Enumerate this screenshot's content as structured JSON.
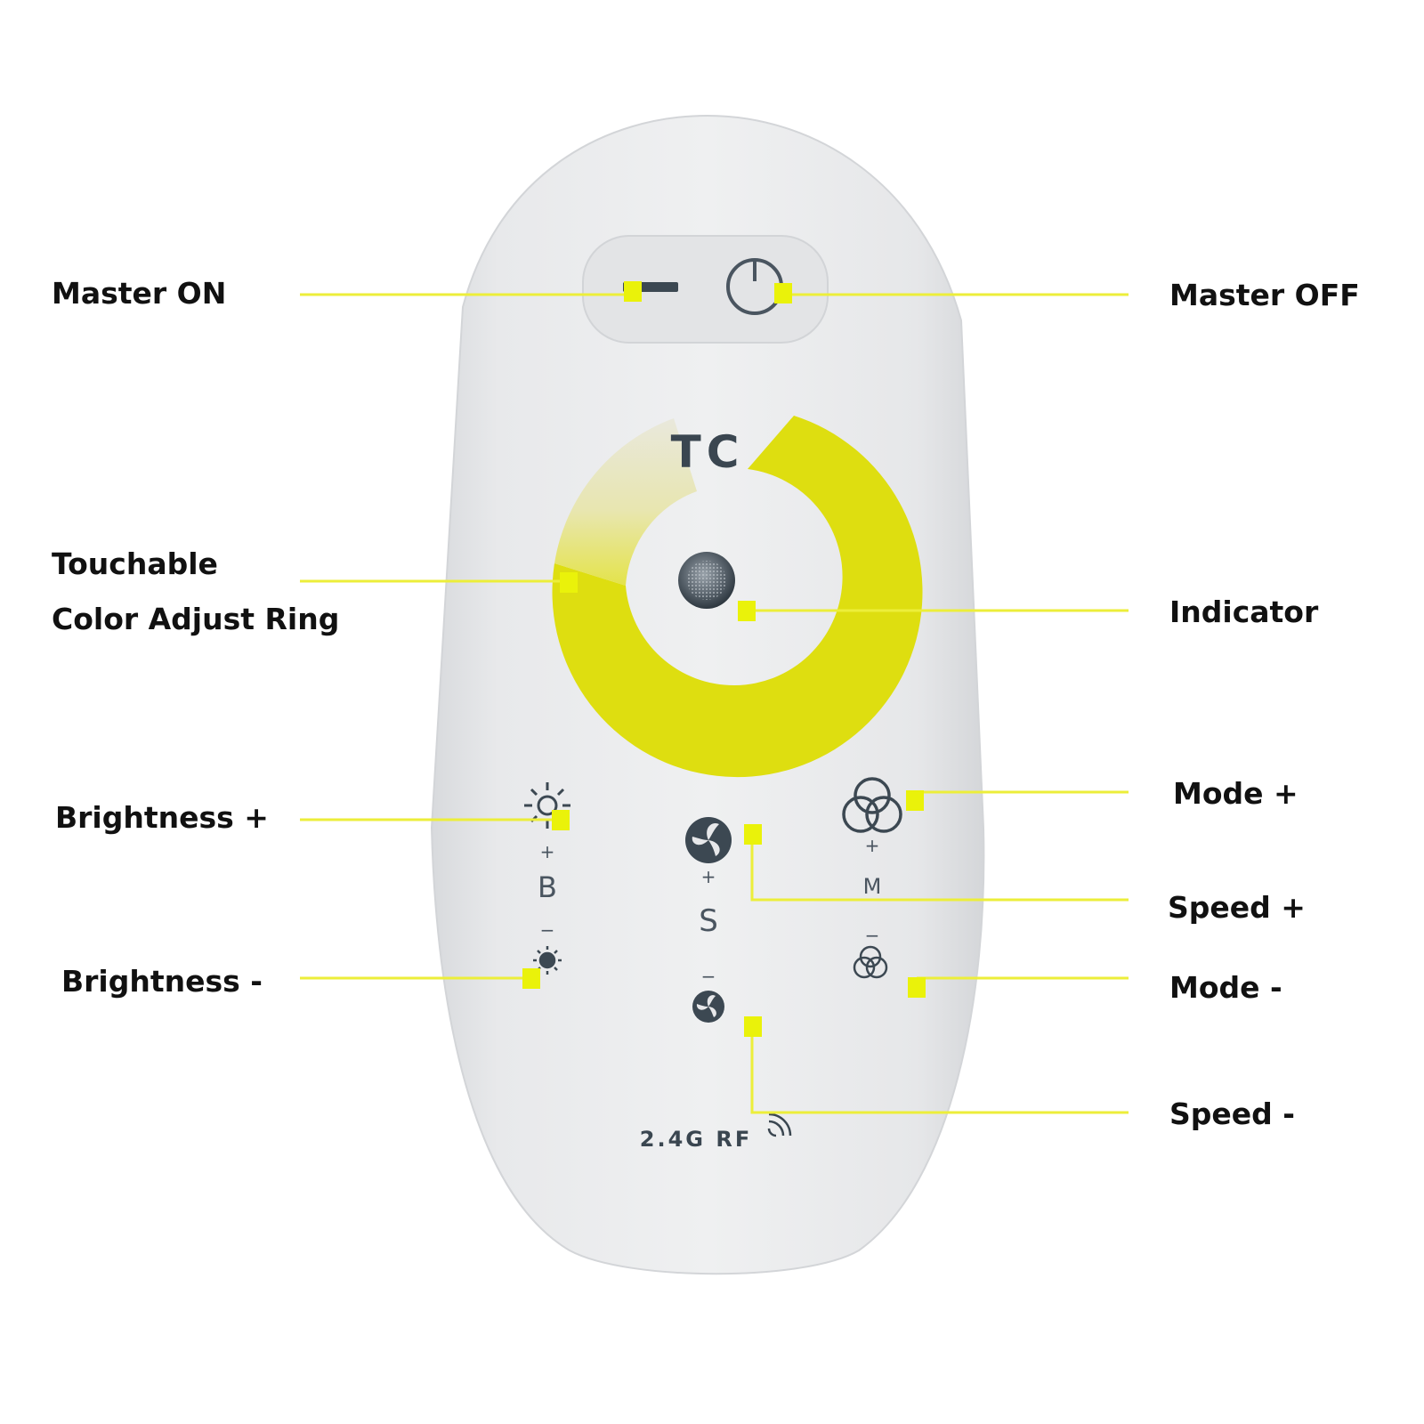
{
  "labels": {
    "master_on": "Master ON",
    "master_off": "Master OFF",
    "ring_line1": "Touchable",
    "ring_line2": "Color Adjust Ring",
    "indicator": "Indicator",
    "brightness_plus": "Brightness +",
    "brightness_minus": "Brightness -",
    "mode_plus": "Mode +",
    "speed_plus": "Speed +",
    "mode_minus": "Mode -",
    "speed_minus": "Speed -"
  },
  "remote": {
    "brand_mark": "TC",
    "rf_text": "2.4G RF",
    "plus_sign": "+",
    "minus_sign": "−",
    "brightness_letter": "B",
    "speed_letter": "S",
    "mode_letter": "M"
  },
  "colors": {
    "callout": "#ecee3a",
    "marker": "#eaf20a",
    "ring_yellow": "#dede10",
    "ring_warm_white": "#ecebd8",
    "body": "#e7e8ea",
    "icon_dark": "#3c4852"
  }
}
